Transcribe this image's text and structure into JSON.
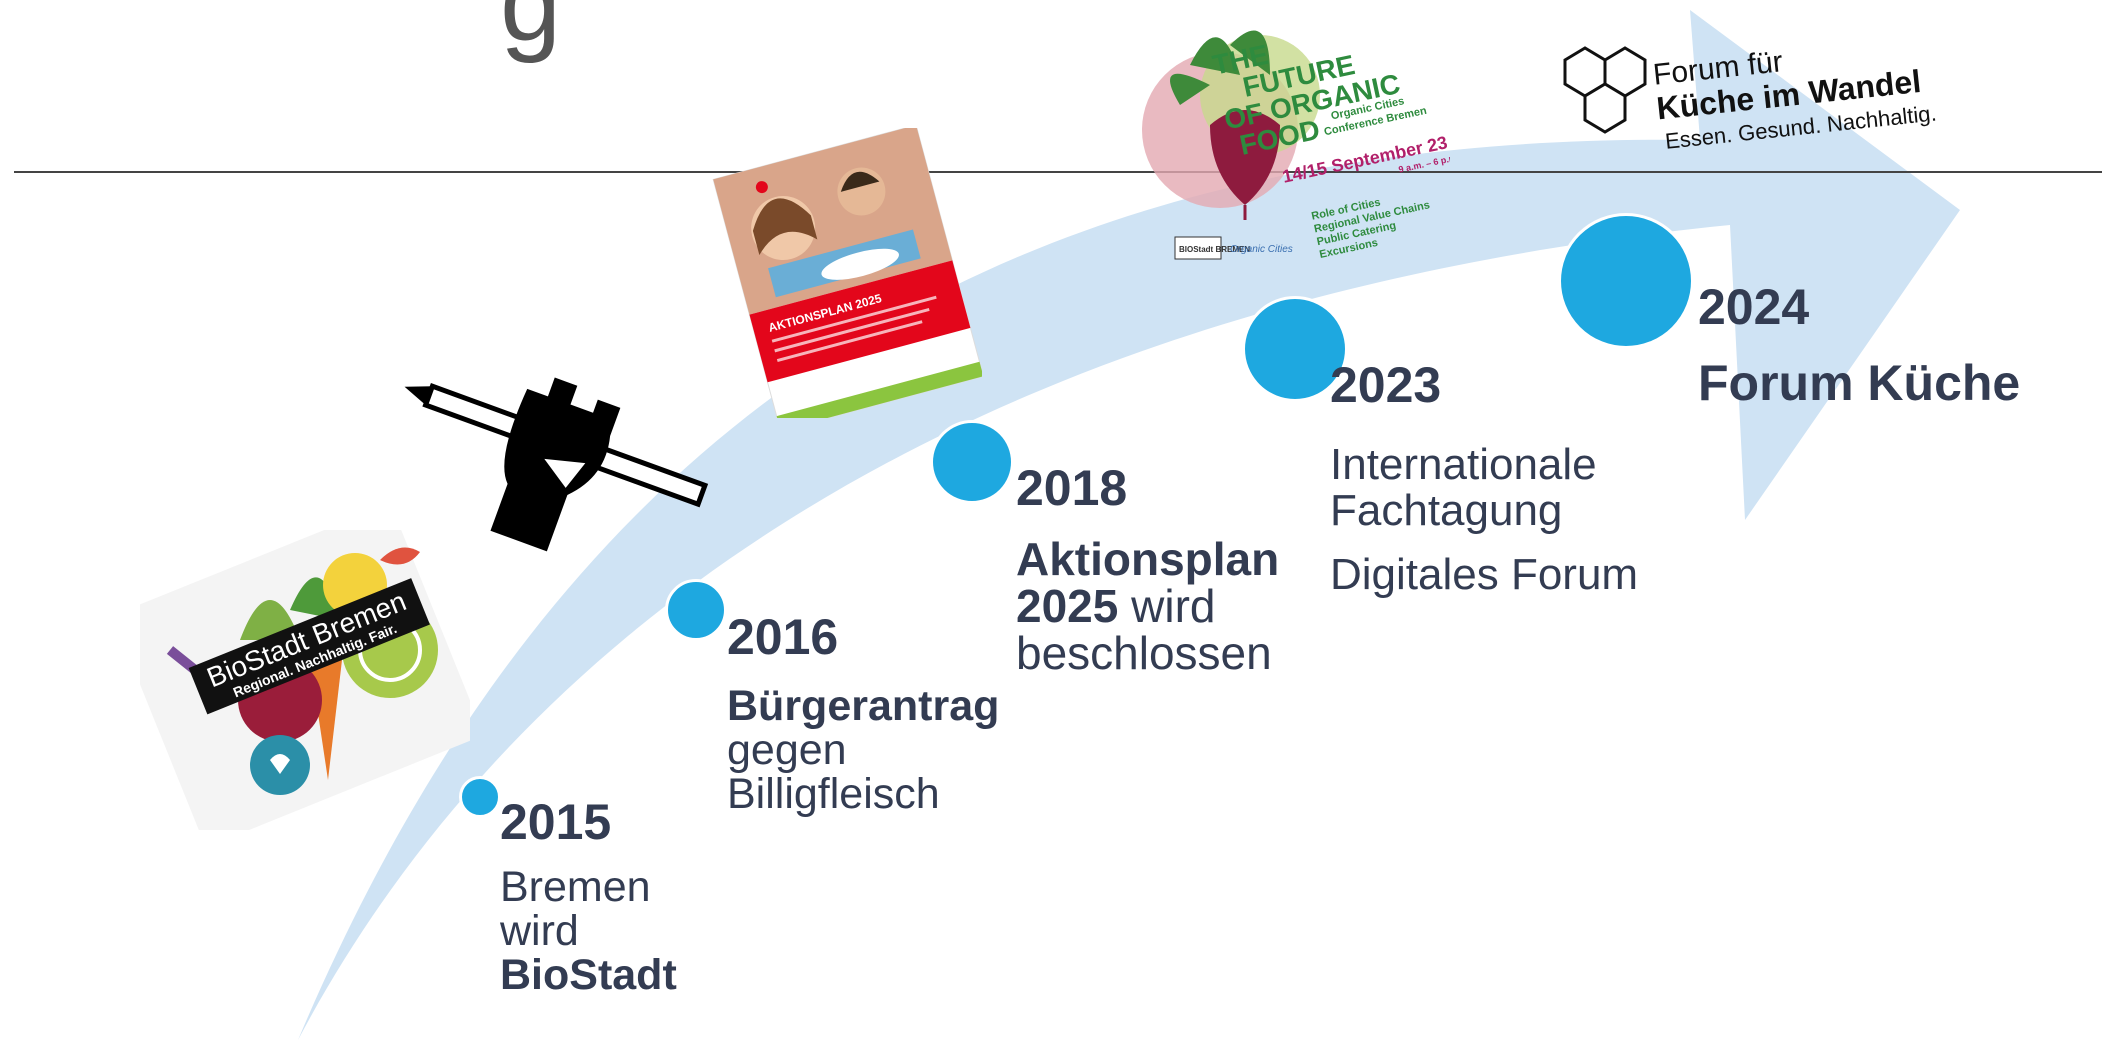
{
  "title_fragment": "g",
  "milestones": [
    {
      "year": "2015",
      "lines": [
        "Bremen",
        "wird"
      ],
      "bold_line": "BioStadt"
    },
    {
      "year": "2016",
      "bold_line": "Bürgerantrag",
      "lines": [
        "gegen",
        "Billigfleisch"
      ]
    },
    {
      "year": "2018",
      "bold_line1": "Aktionsplan",
      "bold_part": "2025",
      "normal_part": " wird",
      "lines": [
        "beschlossen"
      ]
    },
    {
      "year": "2023",
      "lines": [
        "Internationale",
        "Fachtagung",
        "Digitales Forum"
      ]
    },
    {
      "year": "2024",
      "bold_line": "Forum Küche"
    }
  ],
  "biostadt_logo": {
    "name": "BioStadt Bremen",
    "tagline": "Regional. Nachhaltig. Fair."
  },
  "organic_poster": {
    "title_lines": [
      "THE",
      "FUTURE",
      "OF ORGANIC",
      "FOOD"
    ],
    "subtitle_lines": [
      "Organic Cities",
      "Conference Bremen"
    ],
    "date": "14/15 September 23",
    "time": "9 a.m. – 6 p.m.",
    "topics": [
      "Role of Cities",
      "Regional Value Chains",
      "Public Catering",
      "Excursions"
    ],
    "footer_left": "BIOStadt BREMEN",
    "footer_right": "Organic Cities"
  },
  "forum_logo": {
    "line1": "Forum für",
    "line2": "Küche im Wandel",
    "line3": "Essen. Gesund. Nachhaltig."
  },
  "brochure": {
    "heading": "AKTIONSPLAN 2025"
  },
  "colors": {
    "arrow": "#cfe3f4",
    "dot": "#1ea8e0",
    "text": "#333c52",
    "poster_green": "#2e8b3e",
    "poster_magenta": "#b1206a"
  }
}
